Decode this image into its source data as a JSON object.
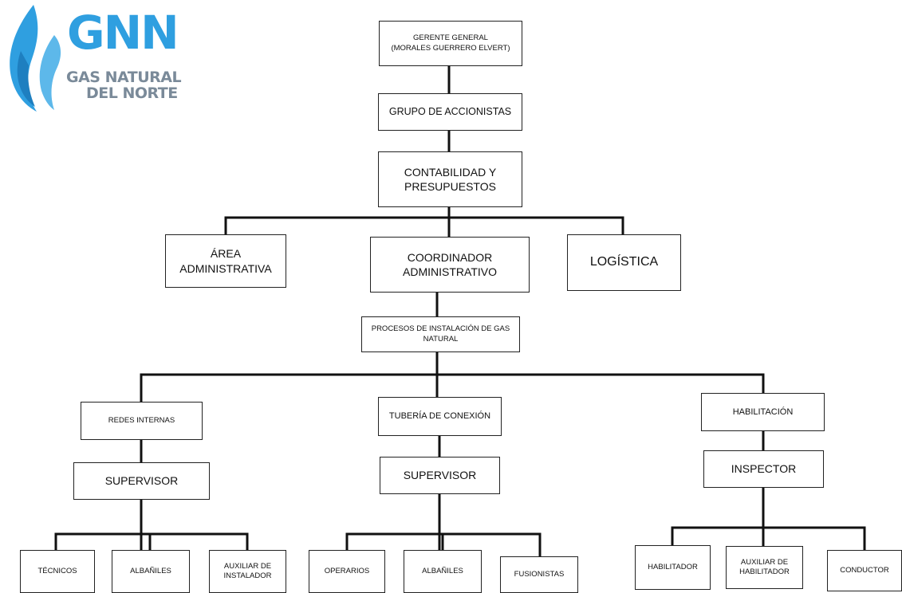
{
  "logo": {
    "brand": "GNN",
    "line1": "GAS NATURAL",
    "line2": "DEL NORTE",
    "colors": {
      "blue": "#2f9fe0",
      "gray": "#7a8a99"
    }
  },
  "chart": {
    "line_color": "#111111",
    "nodes": [
      {
        "id": "gerente",
        "label": "GERENTE GENERAL\n(MORALES GUERRERO ELVERT)"
      },
      {
        "id": "accionistas",
        "label": "GRUPO DE ACCIONISTAS"
      },
      {
        "id": "contabilidad",
        "label": "CONTABILIDAD Y\nPRESUPUESTOS"
      },
      {
        "id": "area_admin",
        "label": "ÁREA\nADMINISTRATIVA"
      },
      {
        "id": "coordinador",
        "label": "COORDINADOR\nADMINISTRATIVO"
      },
      {
        "id": "logistica",
        "label": "LOGÍSTICA"
      },
      {
        "id": "procesos",
        "label": "PROCESOS DE INSTALACIÓN DE GAS\nNATURAL"
      },
      {
        "id": "redes",
        "label": "REDES INTERNAS"
      },
      {
        "id": "tuberia",
        "label": "TUBERÍA DE CONEXIÓN"
      },
      {
        "id": "habilitacion",
        "label": "HABILITACIÓN"
      },
      {
        "id": "sup1",
        "label": "SUPERVISOR"
      },
      {
        "id": "sup2",
        "label": "SUPERVISOR"
      },
      {
        "id": "inspector",
        "label": "INSPECTOR"
      },
      {
        "id": "tecnicos",
        "label": "TÉCNICOS"
      },
      {
        "id": "albaniles1",
        "label": "ALBAÑILES"
      },
      {
        "id": "aux_inst",
        "label": "AUXILIAR DE\nINSTALADOR"
      },
      {
        "id": "operarios",
        "label": "OPERARIOS"
      },
      {
        "id": "albaniles2",
        "label": "ALBAÑILES"
      },
      {
        "id": "fusionistas",
        "label": "FUSIONISTAS"
      },
      {
        "id": "habilitador",
        "label": "HABILITADOR"
      },
      {
        "id": "aux_hab",
        "label": "AUXILIAR DE\nHABILITADOR"
      },
      {
        "id": "conductor",
        "label": "CONDUCTOR"
      }
    ]
  }
}
